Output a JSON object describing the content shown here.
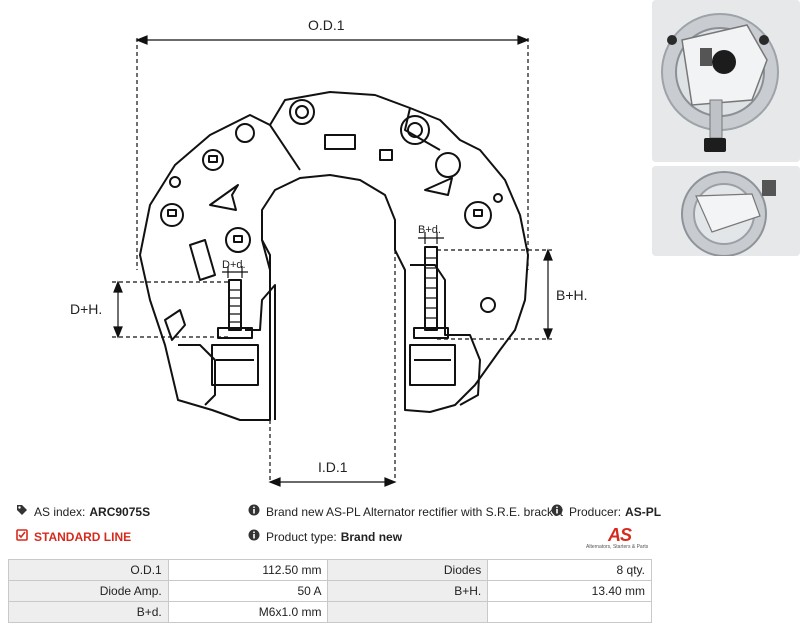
{
  "drawing": {
    "od_label": "O.D.1",
    "id_label": "I.D.1",
    "dh_label": "D+H.",
    "bh_label": "B+H.",
    "dd_label": "D+d.",
    "bd_label": "B+d."
  },
  "info": {
    "as_index_label": "AS index:",
    "as_index_value": "ARC9075S",
    "standard_line": "STANDARD LINE",
    "description": "Brand new AS-PL Alternator rectifier with S.R.E. bracket",
    "product_type_label": "Product type:",
    "product_type_value": "Brand new",
    "producer_label": "Producer:",
    "producer_value": "AS-PL"
  },
  "logo": {
    "mark": "AS",
    "tagline": "Alternators, Starters & Parts"
  },
  "spec": {
    "rows": [
      {
        "k1": "O.D.1",
        "v1": "112.50 mm",
        "k2": "Diodes",
        "v2": "8 qty."
      },
      {
        "k1": "Diode Amp.",
        "v1": "50 A",
        "k2": "B+H.",
        "v2": "13.40 mm"
      },
      {
        "k1": "B+d.",
        "v1": "M6x1.0 mm",
        "k2": "",
        "v2": ""
      }
    ]
  },
  "colors": {
    "accent": "#d52b1e",
    "table_key_bg": "#eeeeee",
    "border": "#c9c9c9"
  },
  "icons": [
    "tag-icon",
    "check-square-icon",
    "info-circle-icon"
  ]
}
